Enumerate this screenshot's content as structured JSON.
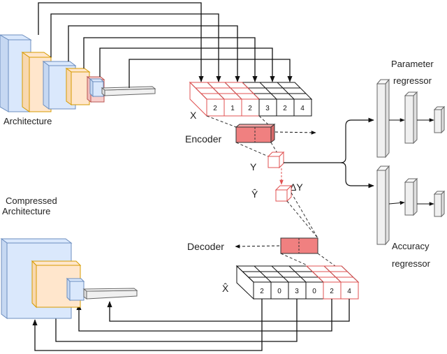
{
  "labels": {
    "architecture": "Architecture",
    "compressed_line1": "Compressed",
    "compressed_line2": "Architecture",
    "x": "X",
    "encoder": "Encoder",
    "y": "Y",
    "delta_y": "ΔY",
    "y_hat": "Ŷ",
    "decoder": "Decoder",
    "x_hat": "X̂",
    "param_line1": "Parameter",
    "param_line2": "regressor",
    "acc_line1": "Accuracy",
    "acc_line2": "regressor"
  },
  "encoding_x": [
    "2",
    "1",
    "2",
    "3",
    "2",
    "4"
  ],
  "encoding_x_hat": [
    "2",
    "0",
    "3",
    "0",
    "2",
    "4"
  ],
  "colors": {
    "blue": "#dae8fc",
    "blue_stroke": "#6c8ebf",
    "orange": "#ffe6cc",
    "orange_stroke": "#d79b00",
    "pink": "#f8cecc",
    "red": "#e05050",
    "red_fill": "#f08080",
    "gray": "#f0f0f0",
    "gray_stroke": "#666666"
  }
}
